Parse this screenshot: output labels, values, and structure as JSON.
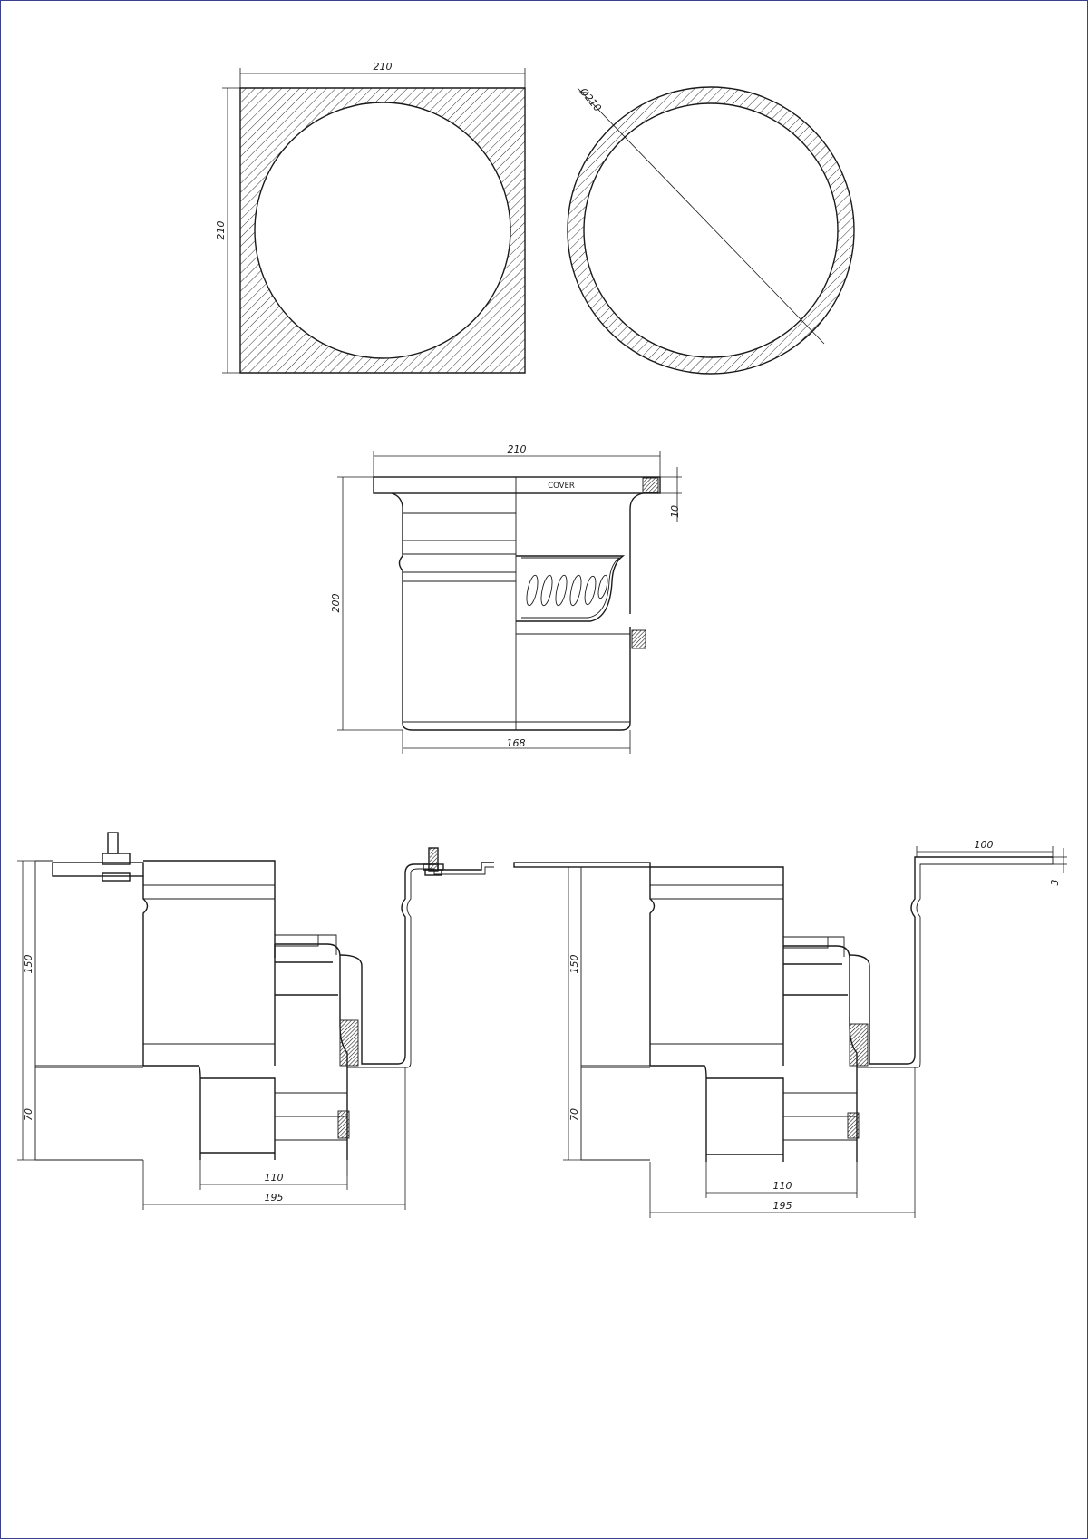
{
  "square_grate": {
    "width": "210",
    "height": "210"
  },
  "round_grate": {
    "diameter": "Ø210"
  },
  "middle_view": {
    "width": "210",
    "height": "200",
    "base_width": "168",
    "flange_thickness": "10",
    "cover_label": "COVER"
  },
  "left_section": {
    "upper_height": "150",
    "lower_height": "70",
    "outlet_width": "110",
    "overall_width": "195"
  },
  "right_section": {
    "flange_length": "100",
    "flange_thickness": "3",
    "upper_height": "150",
    "lower_height": "70",
    "outlet_width": "110",
    "overall_width": "195"
  }
}
